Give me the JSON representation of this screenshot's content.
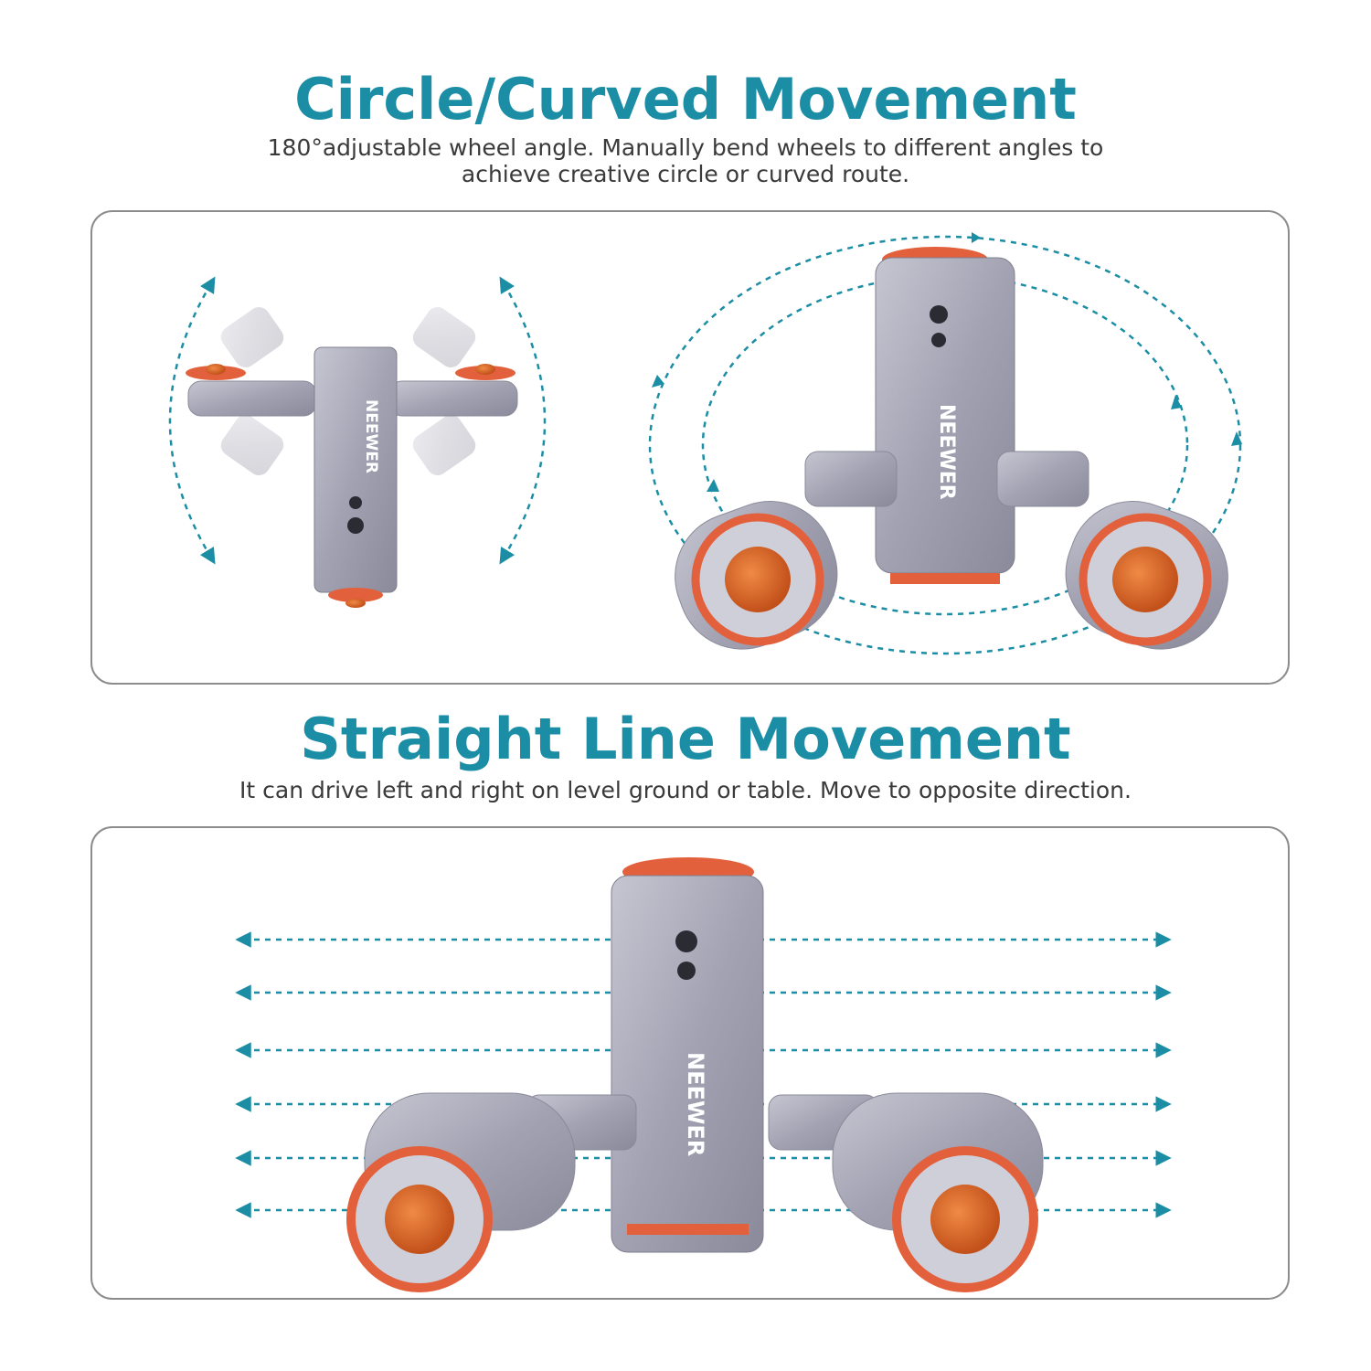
{
  "colors": {
    "accent": "#1b8ea5",
    "text": "#3a3a3a",
    "border": "#8c8c8c",
    "aluminum": "#a3a3b3",
    "rubber": "#e2613c",
    "knob": "#d45d1c"
  },
  "section_curved": {
    "title": "Circle/Curved Movement",
    "subtitle_line1": "180°adjustable wheel angle. Manually bend wheels to different angles to",
    "subtitle_line2": "achieve creative circle or curved route."
  },
  "section_straight": {
    "title": "Straight Line Movement",
    "subtitle": "It can drive left and right on level ground or table. Move to opposite direction."
  },
  "product": {
    "brand": "NEEWER"
  }
}
